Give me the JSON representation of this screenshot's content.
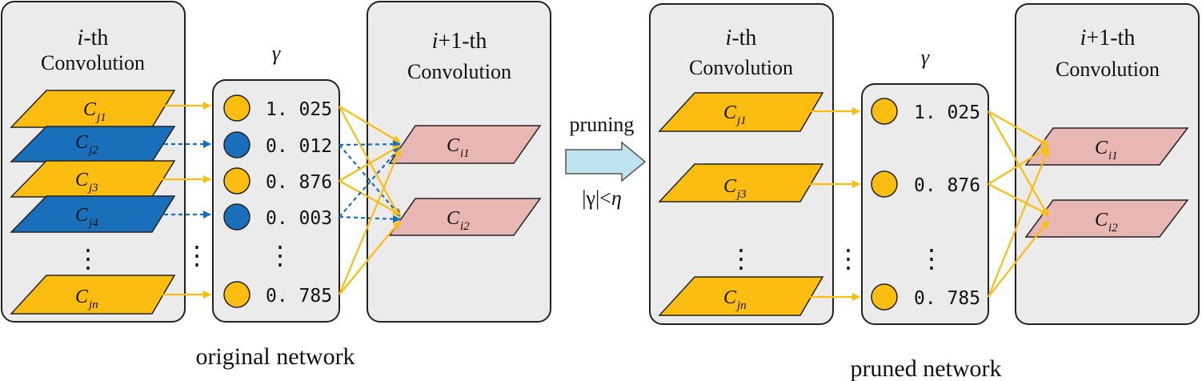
{
  "labels": {
    "i_var": "i",
    "i_th": "-th",
    "i1_th": "+1-th",
    "convolution": "Convolution",
    "gamma": "γ",
    "pruning": "pruning",
    "condition_prefix": "|γ|<",
    "eta": "η",
    "original_network": "original network",
    "pruned_network": "pruned network",
    "dots": "⋮"
  },
  "original": {
    "input_channels": [
      {
        "letter": "C",
        "sub": "j1",
        "state": "kept"
      },
      {
        "letter": "C",
        "sub": "j2",
        "state": "pruned"
      },
      {
        "letter": "C",
        "sub": "j3",
        "state": "kept"
      },
      {
        "letter": "C",
        "sub": "j4",
        "state": "pruned"
      },
      {
        "letter": "C",
        "sub": "jn",
        "state": "kept"
      }
    ],
    "gamma_values": [
      "1. 025",
      "0. 012",
      "0. 876",
      "0. 003",
      "0. 785"
    ],
    "output_channels": [
      {
        "letter": "C",
        "sub": "i1"
      },
      {
        "letter": "C",
        "sub": "i2"
      }
    ]
  },
  "pruned": {
    "input_channels": [
      {
        "letter": "C",
        "sub": "j1"
      },
      {
        "letter": "C",
        "sub": "j3"
      },
      {
        "letter": "C",
        "sub": "jn"
      }
    ],
    "gamma_values": [
      "1. 025",
      "0. 876",
      "0. 785"
    ],
    "output_channels": [
      {
        "letter": "C",
        "sub": "i1"
      },
      {
        "letter": "C",
        "sub": "i2"
      }
    ]
  },
  "colors": {
    "kept": "#fbbd0f",
    "pruned": "#1a6fba",
    "output": "#e8b7b4",
    "box": "#ebebeb",
    "arrow_block": "#bfe3ee"
  }
}
